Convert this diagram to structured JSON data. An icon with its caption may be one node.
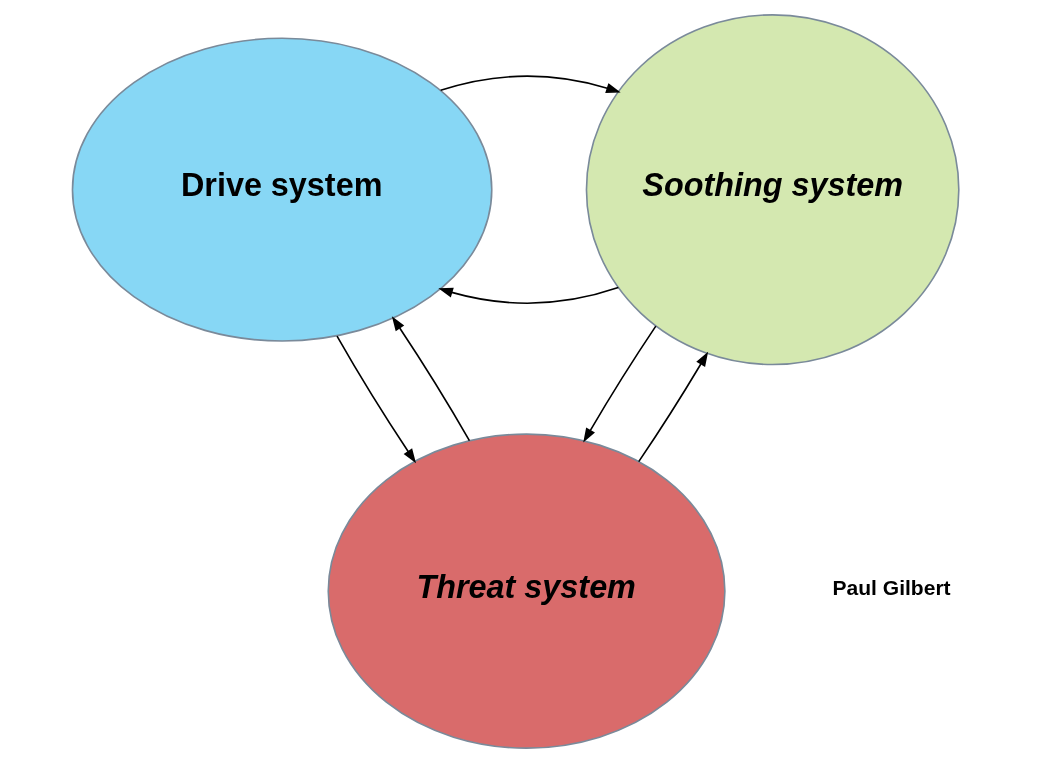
{
  "diagram": {
    "nodes": [
      {
        "text": [
          "Drive system"
        ]
      },
      {
        "text": [
          "Soothing system"
        ]
      },
      {
        "text": [
          "Threat system"
        ]
      }
    ],
    "edges": [
      {
        "from": 1,
        "to": 0,
        "arrow": "to"
      },
      {
        "from": 0,
        "to": 1,
        "arrow": "to"
      },
      {
        "from": 2,
        "to": 0,
        "arrow": "to"
      },
      {
        "from": 0,
        "to": 2,
        "arrow": "to"
      },
      {
        "from": 1,
        "to": 2,
        "arrow": "to"
      },
      {
        "from": 2,
        "to": 1,
        "arrow": "to"
      }
    ],
    "labels": [
      "Paul Gilbert"
    ]
  }
}
